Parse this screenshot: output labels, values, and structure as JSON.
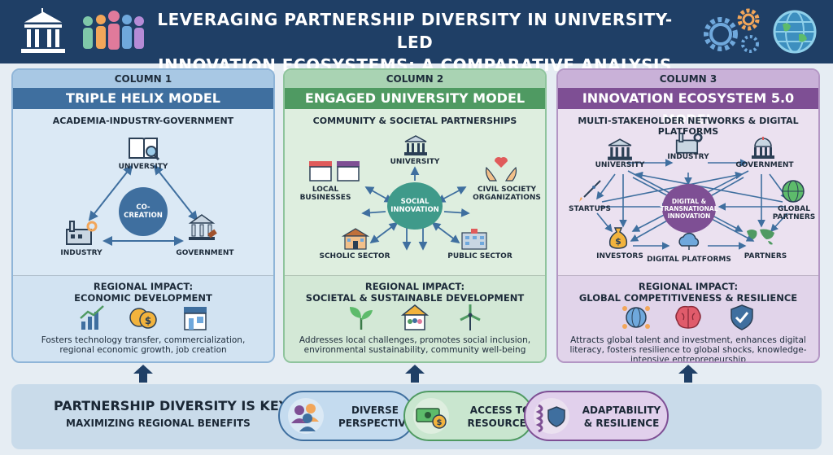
{
  "header": {
    "title_line1": "LEVERAGING PARTNERSHIP DIVERSITY IN UNIVERSITY-LED",
    "title_line2": "INNOVATION ECOSYSTEMS: A COMPARATIVE ANALYSIS"
  },
  "columns": [
    {
      "caption": "COLUMN 1",
      "title": "TRIPLE HELIX MODEL",
      "subtitle": "ACADEMIA-INDUSTRY-GOVERNMENT",
      "hub": "CO-CREATION",
      "nodes": [
        "UNIVERSITY",
        "INDUSTRY",
        "GOVERNMENT"
      ],
      "impact_line1": "REGIONAL IMPACT:",
      "impact_line2": "ECONOMIC DEVELOPMENT",
      "impact_desc": "Fosters technology transfer, commercialization, regional economic growth, job creation",
      "color": "#3f6f9f"
    },
    {
      "caption": "COLUMN 2",
      "title": "ENGAGED UNIVERSITY MODEL",
      "subtitle": "COMMUNITY & SOCIETAL PARTNERSHIPS",
      "hub": "SOCIAL INNOVATION",
      "nodes": [
        "UNIVERSITY",
        "LOCAL BUSINESSES",
        "CIVIL SOCIETY ORGANIZATIONS",
        "SCHOLIC SECTOR",
        "PUBLIC SECTOR"
      ],
      "impact_line1": "REGIONAL IMPACT:",
      "impact_line2": "SOCIETAL & SUSTAINABLE DEVELOPMENT",
      "impact_desc": "Addresses local challenges, promotes social inclusion, environmental sustainability, community well-being",
      "color": "#4f9a62"
    },
    {
      "caption": "COLUMN 3",
      "title": "INNOVATION ECOSYSTEM 5.0 MODEL",
      "subtitle": "MULTI-STAKEHOLDER NETWORKS & DIGITAL PLATFORMS",
      "hub": "DIGITAL & TRANSNATIONAL INNOVATION",
      "nodes": [
        "UNIVERSITY",
        "INDUSTRY",
        "GOVERNMENT",
        "STARTUPS",
        "GLOBAL PARTNERS",
        "INVESTORS",
        "DIGITAL PLATFORMS",
        "PARTNERS"
      ],
      "impact_line1": "REGIONAL IMPACT:",
      "impact_line2": "GLOBAL COMPETITIVENESS & RESILIENCE",
      "impact_desc": "Attracts global talent and investment, enhances digital literacy, fosters resilience to global shocks, knowledge-intensive entrepreneurship",
      "color": "#7e4f94"
    }
  ],
  "bottom": {
    "heading": "PARTNERSHIP DIVERSITY IS KEY",
    "subheading": "MAXIMIZING REGIONAL BENEFITS",
    "pills": [
      {
        "label": "DIVERSE PERSPECTIVES",
        "icon": "people-icon",
        "color": "#3f6f9f"
      },
      {
        "label": "ACCESS TO RESOURCES",
        "icon": "money-icon",
        "color": "#4f9a62"
      },
      {
        "label": "ADAPTABILITY & RESILIENCE",
        "icon": "spring-shield-icon",
        "color": "#7e4f94"
      }
    ]
  }
}
